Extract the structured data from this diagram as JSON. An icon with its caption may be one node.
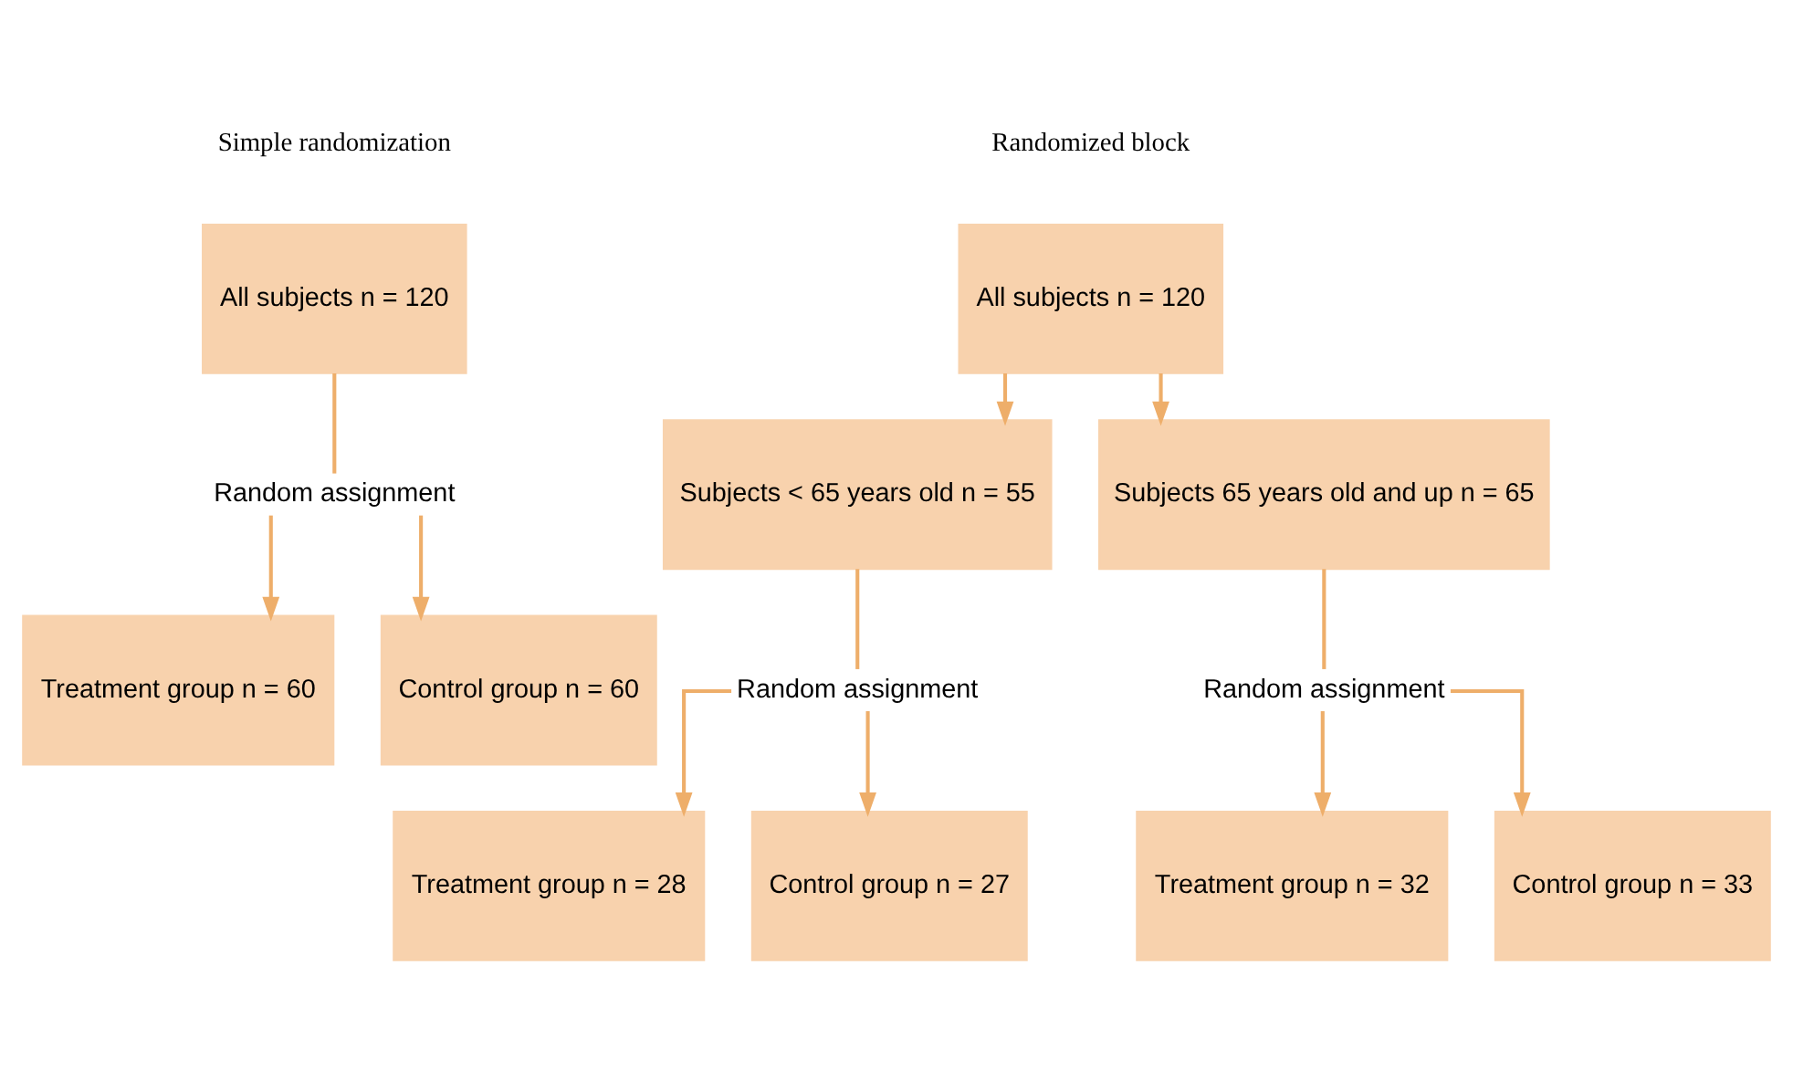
{
  "diagram": {
    "nodes": [
      {
        "text": [
          "All subjects n = 120"
        ]
      },
      {
        "text": [
          "Random assignment"
        ]
      },
      {
        "text": [
          "Treatment group n = 60"
        ]
      },
      {
        "text": [
          "Control group n = 60"
        ]
      },
      {
        "text": [
          "All subjects n = 120"
        ]
      },
      {
        "text": [
          "Subjects < 65 years old n = 55"
        ]
      },
      {
        "text": [
          "Subjects 65 years old and up n = 65"
        ]
      },
      {
        "text": [
          "Random assignment"
        ]
      },
      {
        "text": [
          "Treatment group n = 28"
        ]
      },
      {
        "text": [
          "Control group n = 27"
        ]
      },
      {
        "text": [
          "Random assignment"
        ]
      },
      {
        "text": [
          "Treatment group n = 32"
        ]
      },
      {
        "text": [
          "Control group n = 33"
        ]
      }
    ],
    "edges": [
      {
        "from": 0,
        "to": 1,
        "arrow": "none"
      },
      {
        "from": 1,
        "to": 2,
        "arrow": "to"
      },
      {
        "from": 1,
        "to": 3,
        "arrow": "to"
      },
      {
        "from": 4,
        "to": 5,
        "arrow": "to"
      },
      {
        "from": 4,
        "to": 6,
        "arrow": "to"
      },
      {
        "from": 5,
        "to": 7,
        "arrow": "none"
      },
      {
        "from": 7,
        "to": 8,
        "arrow": "to"
      },
      {
        "from": 7,
        "to": 9,
        "arrow": "to"
      },
      {
        "from": 6,
        "to": 10,
        "arrow": "none"
      },
      {
        "from": 10,
        "to": 11,
        "arrow": "to"
      },
      {
        "from": 10,
        "to": 12,
        "arrow": "to"
      }
    ],
    "labels": [
      "Simple randomization",
      "Randomized block"
    ]
  }
}
